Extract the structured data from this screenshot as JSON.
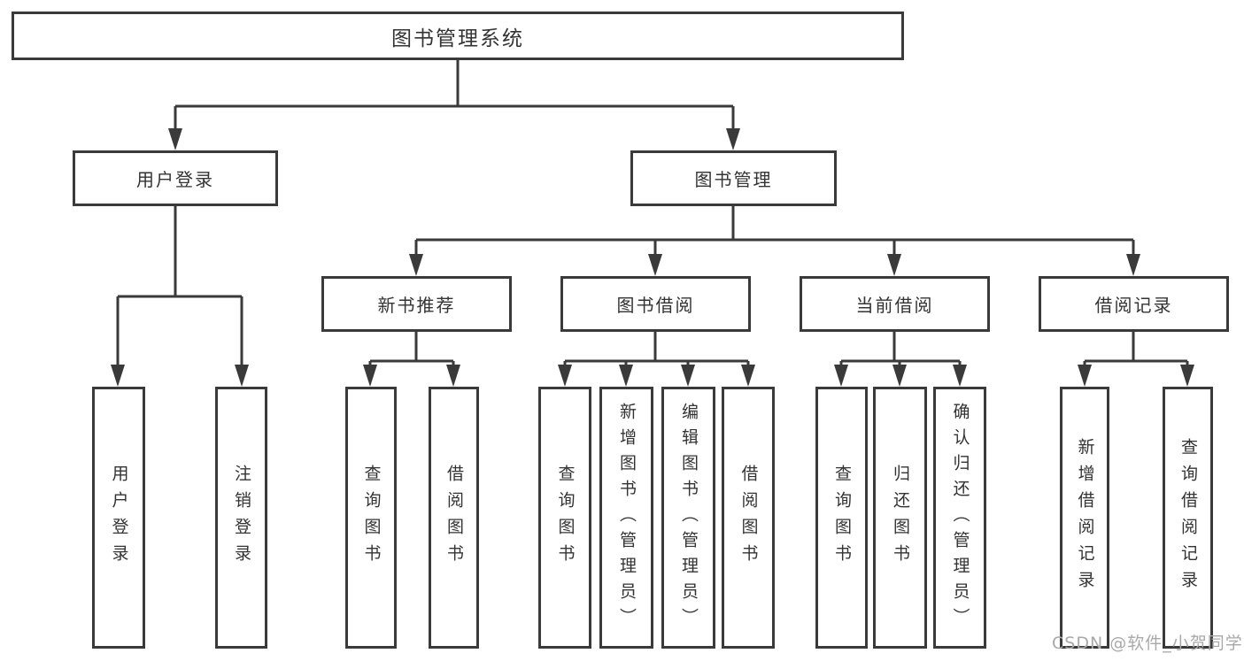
{
  "diagram": {
    "root": {
      "label": "图书管理系统"
    },
    "user_login": {
      "label": "用户登录",
      "children": [
        {
          "label": "用户登录"
        },
        {
          "label": "注销登录"
        }
      ]
    },
    "book_management": {
      "label": "图书管理",
      "groups": [
        {
          "label": "新书推荐",
          "children": [
            {
              "label": "查询图书"
            },
            {
              "label": "借阅图书"
            }
          ]
        },
        {
          "label": "图书借阅",
          "children": [
            {
              "label": "查询图书"
            },
            {
              "label": "新增图书（管理员）"
            },
            {
              "label": "编辑图书（管理员）"
            },
            {
              "label": "借阅图书"
            }
          ]
        },
        {
          "label": "当前借阅",
          "children": [
            {
              "label": "查询图书"
            },
            {
              "label": "归还图书"
            },
            {
              "label": "确认归还（管理员）"
            }
          ]
        },
        {
          "label": "借阅记录",
          "children": [
            {
              "label": "新增借阅记录"
            },
            {
              "label": "查询借阅记录"
            }
          ]
        }
      ]
    },
    "watermark": "CSDN @软件_小贺同学",
    "colors": {
      "line": "#3a3a3a",
      "text": "#333333",
      "background": "#ffffff",
      "watermark": "#a9a9a9"
    }
  }
}
